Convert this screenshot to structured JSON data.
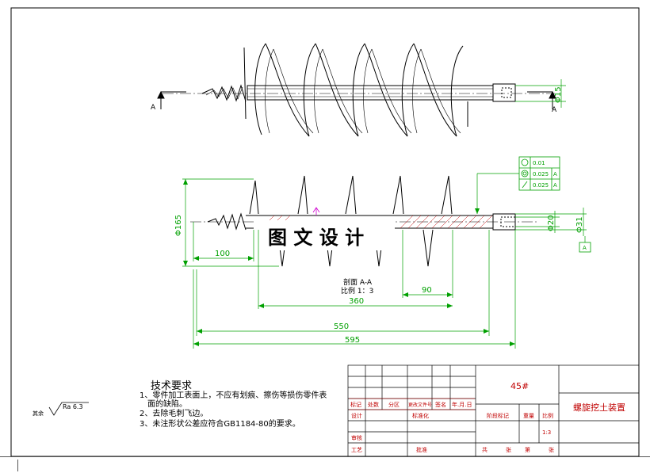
{
  "section": {
    "marker_left": "A",
    "marker_right": "A",
    "label": "剖面 A-A",
    "scale": "比例 1：3"
  },
  "dims": {
    "d15": "Φ15",
    "d165": "Φ165",
    "d20": "Φ20",
    "d31": "Φ31",
    "l100": "100",
    "l90": "90",
    "l360": "360",
    "l550": "550",
    "l595": "595"
  },
  "tolerance": {
    "rows": [
      {
        "symbol": "circularity",
        "value": "0.01",
        "datum": ""
      },
      {
        "symbol": "concentricity",
        "value": "0.025",
        "datum": "A"
      },
      {
        "symbol": "runout",
        "value": "0.025",
        "datum": "A"
      }
    ],
    "datum_box": "A"
  },
  "watermark": "图 文 设 计",
  "tech": {
    "title": "技术要求",
    "items": [
      "1、零件加工表面上，不应有划痕、擦伤等损伤零件表",
      "面的缺陷。",
      "2、去除毛刺飞边。",
      "3、未注形状公差应符合GB1184-80的要求。"
    ]
  },
  "roughness": {
    "prefix": "其余",
    "value": "Ra 6.3"
  },
  "title_block": {
    "material": "45#",
    "part_name": "螺旋挖土装置",
    "header_cells": [
      "标记",
      "处数",
      "分区",
      "更改文件号",
      "签名",
      "年.月.日"
    ],
    "row_labels": [
      "设计",
      "标准化",
      "审核",
      "工艺",
      "批准"
    ],
    "stage_label": "阶段标记",
    "weight_label": "重量",
    "ratio_label": "比例",
    "ratio_value": "1:3",
    "sheet_cells": [
      "共",
      "张",
      "第",
      "张"
    ]
  },
  "colors": {
    "outline": "#000000",
    "dimension": "#00a000",
    "table": "#c00000",
    "hatch": "#c00000"
  }
}
